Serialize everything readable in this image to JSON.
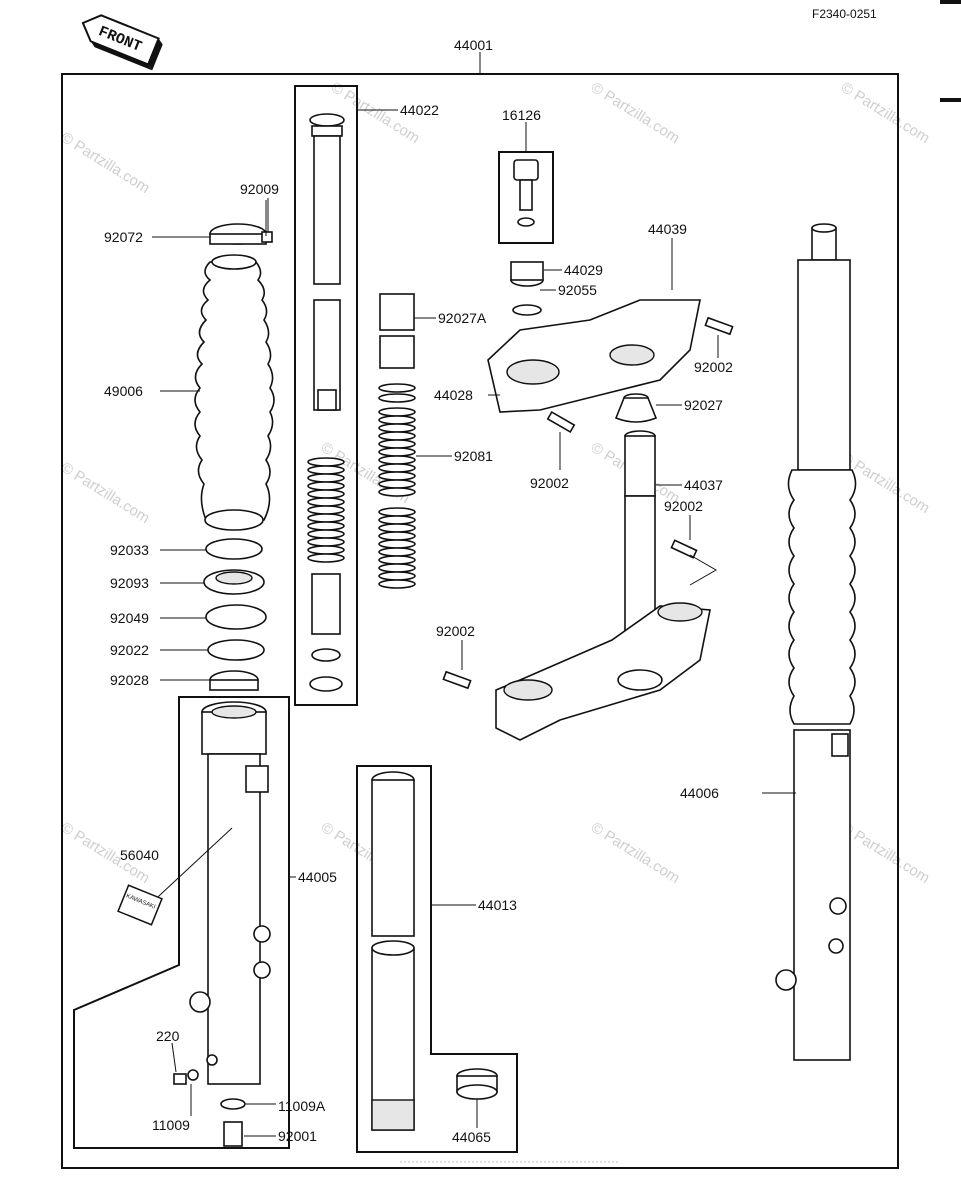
{
  "header": {
    "diagram_code": "F2340-0251",
    "front_sign": "FRONT"
  },
  "watermark": {
    "text": "© Partzilla.com"
  },
  "labels": {
    "p44001": "44001",
    "p44022": "44022",
    "p16126": "16126",
    "p92009": "92009",
    "p92072": "92072",
    "p44039": "44039",
    "p44029": "44029",
    "p92055": "92055",
    "p92027A": "92027A",
    "p49006": "49006",
    "p92002_a": "92002",
    "p44028": "44028",
    "p92027": "92027",
    "p92081": "92081",
    "p92002_b": "92002",
    "p44037": "44037",
    "p92002_c": "92002",
    "p92033": "92033",
    "p92093": "92093",
    "p92049": "92049",
    "p92022": "92022",
    "p92002_d": "92002",
    "p92028": "92028",
    "p44006": "44006",
    "p56040": "56040",
    "p44005": "44005",
    "p44013": "44013",
    "p220": "220",
    "p11009A": "11009A",
    "p11009": "11009",
    "p92001": "92001",
    "p44065": "44065"
  },
  "decal_text": "KAWASAKI"
}
